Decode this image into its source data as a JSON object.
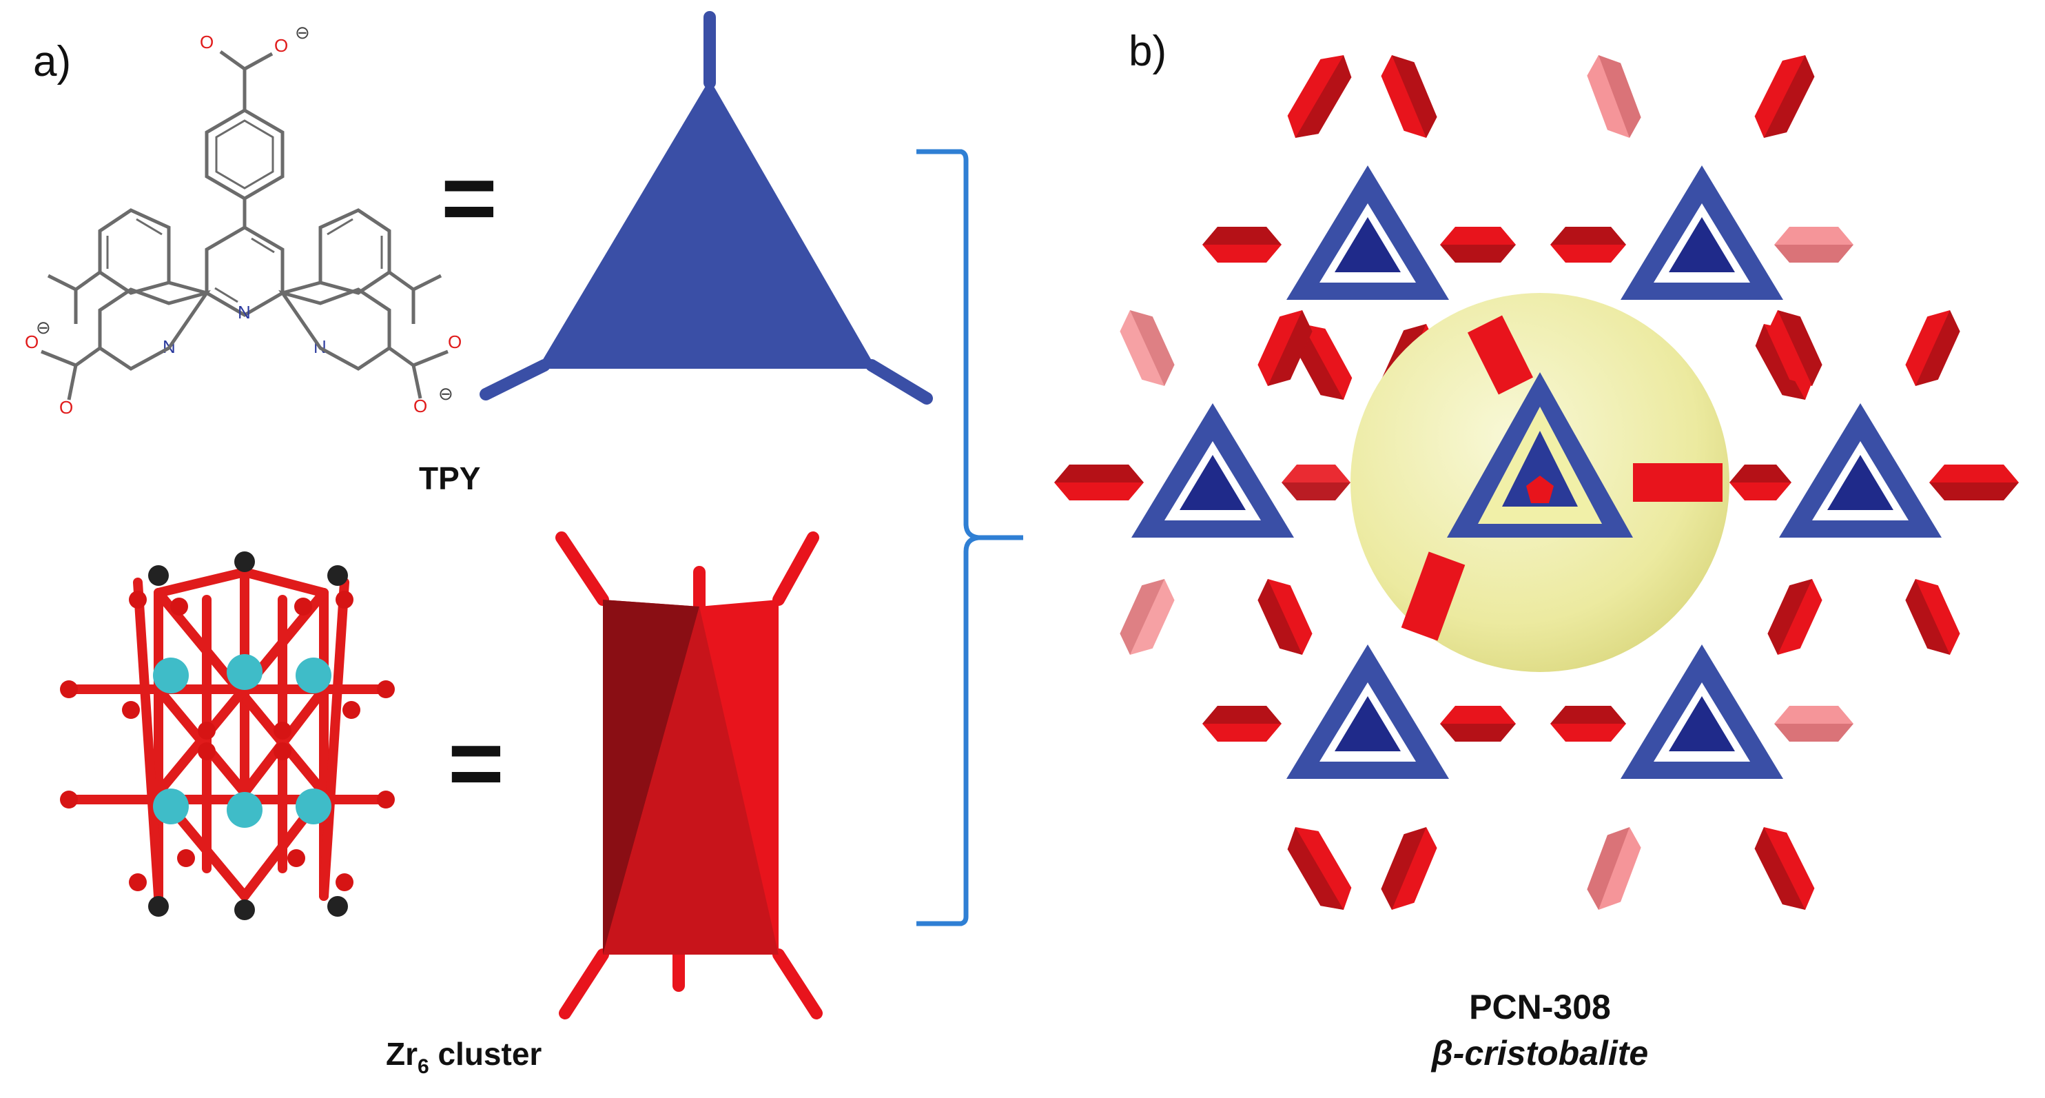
{
  "panels": {
    "a": {
      "label": "a)"
    },
    "b": {
      "label": "b)"
    }
  },
  "molecule": {
    "name": "TPY",
    "atom_oxygen": "O",
    "atom_nitrogen": "N",
    "charge": "⊖"
  },
  "equals_sign": "=",
  "cluster": {
    "label_prefix": "Zr",
    "label_subscript": "6",
    "label_suffix": " cluster"
  },
  "framework": {
    "name": "PCN-308",
    "topology": "β-cristobalite"
  },
  "colors": {
    "linker_blue": "#3a4fa6",
    "linker_dark": "#1f2a8a",
    "node_red": "#e8141c",
    "node_dark": "#8a0e14",
    "cavity_yellow": "#f1f0a8",
    "bracket_blue": "#2f7fd4",
    "zr_cyan": "#3fbcc8",
    "oxygen_red": "#e01b1b",
    "carbon_black": "#222222"
  }
}
